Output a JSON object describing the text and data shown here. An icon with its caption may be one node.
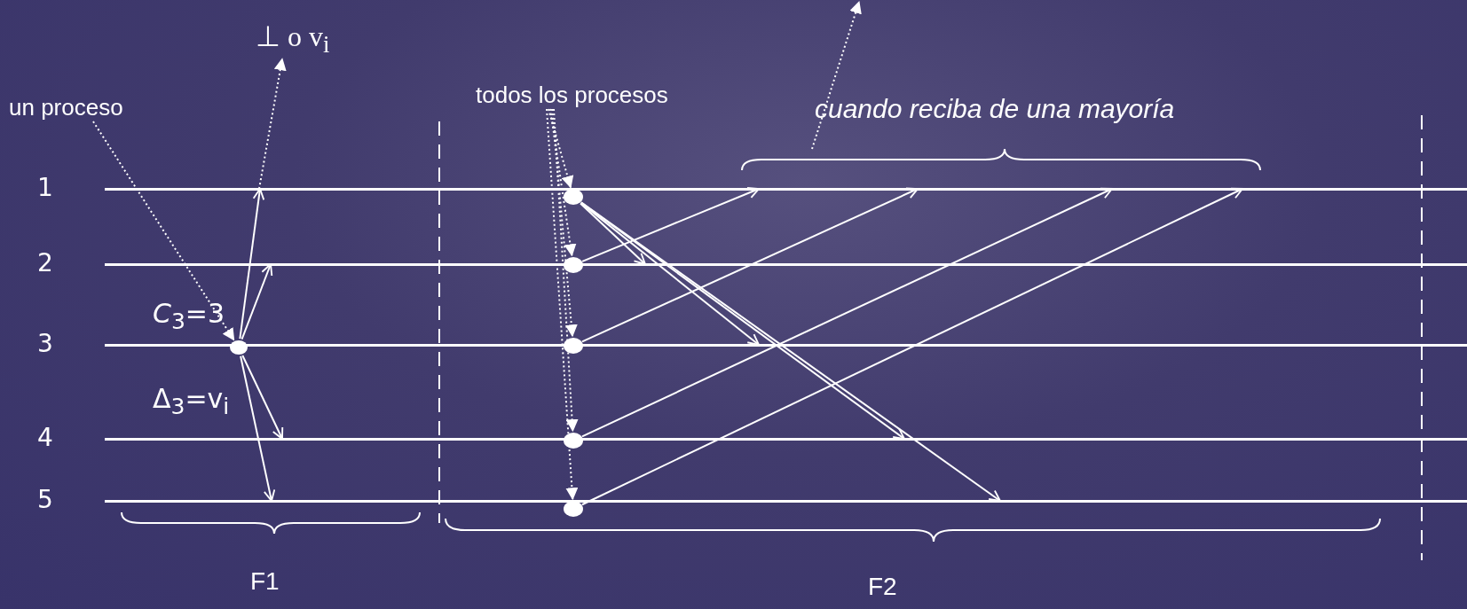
{
  "diagram": {
    "nodes": [
      {
        "text": [
          "⊥ o v$_{i}$"
        ]
      },
      {
        "text": [
          "un proceso"
        ]
      },
      {
        "text": [
          "todos los procesos"
        ]
      },
      {
        "text": [],
        "shape": "brace"
      },
      {
        "text": [],
        "shape": "line",
        "beside": [
          "1"
        ]
      },
      {
        "text": [],
        "shape": "line",
        "beside": [
          "2"
        ]
      },
      {
        "text": [],
        "shape": "line",
        "beside": [
          "3"
        ]
      },
      {
        "text": [],
        "shape": "line",
        "beside": [
          "4"
        ]
      },
      {
        "text": [],
        "shape": "line",
        "beside": [
          "5"
        ]
      },
      {
        "text": [],
        "shape": "circle"
      },
      {
        "text": [],
        "shape": "circle"
      },
      {
        "text": [],
        "shape": "circle"
      },
      {
        "text": [],
        "shape": "circle"
      },
      {
        "text": [],
        "shape": "circle"
      },
      {
        "text": [],
        "shape": "circle"
      }
    ],
    "edges": [
      {
        "from": 4,
        "to": 0,
        "arrow": "to",
        "style": "dashed"
      },
      {
        "from": 1,
        "to": 9,
        "arrow": "to",
        "style": "dashed"
      },
      {
        "from": 9,
        "to": 4,
        "arrow": "to"
      },
      {
        "from": 9,
        "to": 5,
        "arrow": "to"
      },
      {
        "from": 9,
        "to": 7,
        "arrow": "to"
      },
      {
        "from": 9,
        "to": 8,
        "arrow": "to"
      },
      {
        "from": 2,
        "to": 10,
        "arrow": "to",
        "style": "dashed"
      },
      {
        "from": 2,
        "to": 11,
        "arrow": "to",
        "style": "dashed"
      },
      {
        "from": 2,
        "to": 12,
        "arrow": "to",
        "style": "dashed"
      },
      {
        "from": 2,
        "to": 13,
        "arrow": "to",
        "style": "dashed"
      },
      {
        "from": 2,
        "to": 14,
        "arrow": "to",
        "style": "dashed"
      },
      {
        "from": 10,
        "to": 5,
        "arrow": "to"
      },
      {
        "from": 10,
        "to": 6,
        "arrow": "to"
      },
      {
        "from": 10,
        "to": 7,
        "arrow": "to"
      },
      {
        "from": 10,
        "to": 8,
        "arrow": "to"
      },
      {
        "from": 11,
        "to": 4,
        "arrow": "to"
      },
      {
        "from": 12,
        "to": 4,
        "arrow": "to"
      },
      {
        "from": 13,
        "to": 4,
        "arrow": "to"
      },
      {
        "from": 14,
        "to": 4,
        "arrow": "to"
      },
      {
        "from": 3,
        "to": null,
        "arrow": "to",
        "style": "dashed"
      }
    ],
    "labels": [
      "*C*$_{3}$=3",
      "Δ$_{3}$=v$_{i}$",
      "cuando reciba de una mayoría",
      "F1",
      "F2"
    ]
  }
}
